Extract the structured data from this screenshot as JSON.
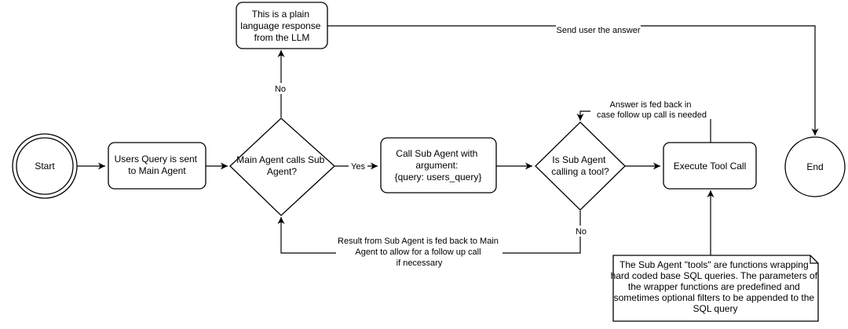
{
  "nodes": {
    "start": "Start",
    "users_query": [
      "Users Query is sent",
      "to Main Agent"
    ],
    "main_agent": [
      "Main Agent calls Sub",
      "Agent?"
    ],
    "plain_response": [
      "This is a plain",
      "language response",
      "from the LLM"
    ],
    "call_sub_agent": [
      "Call Sub Agent with",
      "argument:",
      "{query: users_query}"
    ],
    "is_sub_agent": [
      "Is Sub Agent",
      "calling a tool?"
    ],
    "execute_tool": "Execute Tool Call",
    "end": "End",
    "note": [
      "The Sub Agent \"tools\" are functions wrapping",
      "hard coded base SQL queries. The parameters of",
      "the wrapper functions are predefined and",
      "sometimes optional filters to be appended to the",
      "SQL query"
    ]
  },
  "edges": {
    "yes": "Yes",
    "no_main": "No",
    "no_sub": "No",
    "send_answer": "Send user the answer",
    "answer_fed_back": [
      "Answer is fed back in",
      "case follow up call is needed"
    ],
    "result_fed_back": [
      "Result from Sub Agent is fed back to Main",
      "Agent to allow for a follow up call",
      "if necessary"
    ]
  }
}
